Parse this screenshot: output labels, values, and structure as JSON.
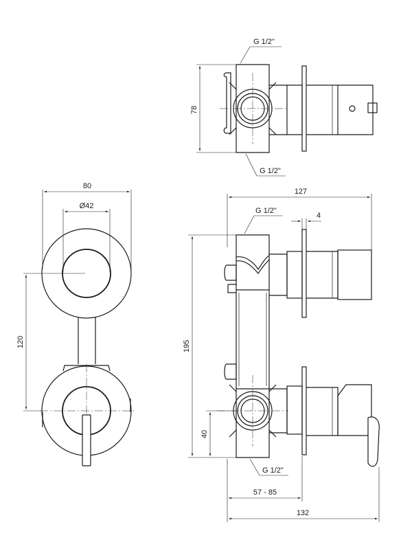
{
  "top_view": {
    "dim_height": "78",
    "thread_top": "G 1/2\"",
    "thread_bottom": "G 1/2\""
  },
  "front_view": {
    "dim_width": "80",
    "dim_diameter": "Ø42",
    "dim_spacing": "120"
  },
  "side_view": {
    "dim_overall_depth": "127",
    "dim_plate": "4",
    "dim_height": "195",
    "dim_outlet": "40",
    "dim_range": "57 - 85",
    "dim_total": "132",
    "thread_top": "G 1/2\"",
    "thread_bottom": "G 1/2\""
  }
}
